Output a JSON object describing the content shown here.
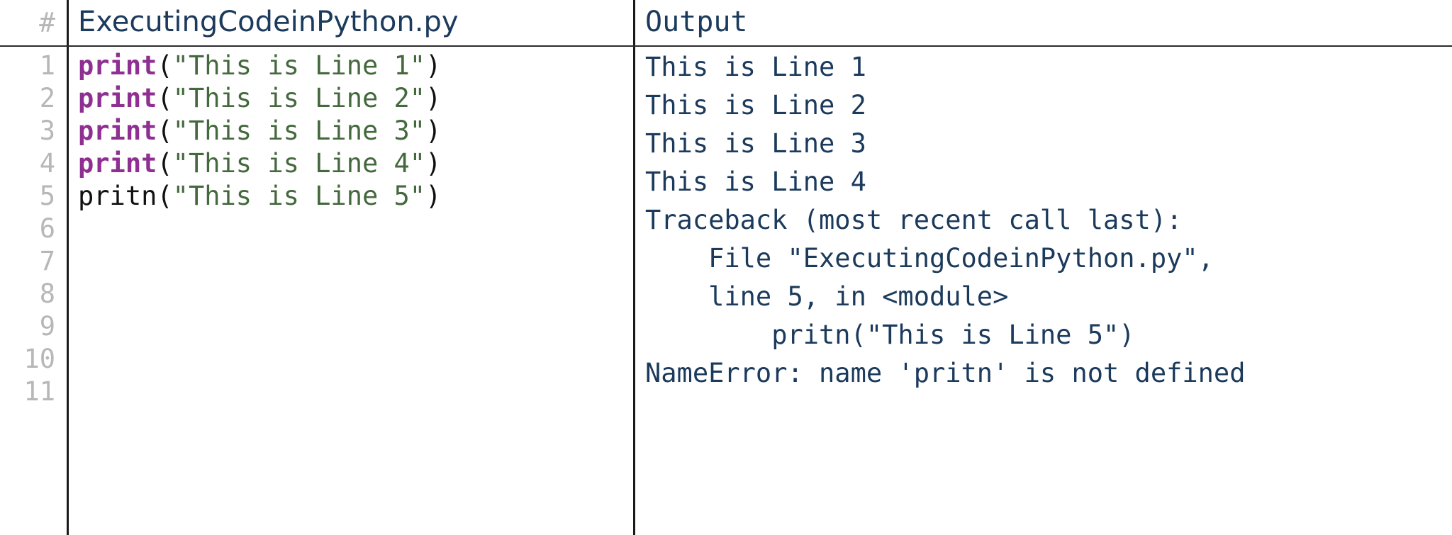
{
  "headers": {
    "gutter": "#",
    "code": "ExecutingCodeinPython.py",
    "output": "Output"
  },
  "colors": {
    "keyword": "#8e2f91",
    "string": "#44693d",
    "plain": "#111111",
    "output_text": "#1b3a5c",
    "line_number": "#b7b7b7",
    "divider": "#1a1a1a",
    "background": "#ffffff"
  },
  "line_numbers": [
    "1",
    "2",
    "3",
    "4",
    "5",
    "6",
    "7",
    "8",
    "9",
    "10",
    "11"
  ],
  "code_lines": [
    {
      "number": "1",
      "text": "print(\"This is Line 1\")",
      "tokens": [
        {
          "t": "print",
          "k": "kw"
        },
        {
          "t": "(",
          "k": "punct"
        },
        {
          "t": "\"This is Line 1\"",
          "k": "str"
        },
        {
          "t": ")",
          "k": "punct"
        }
      ]
    },
    {
      "number": "2",
      "text": "print(\"This is Line 2\")",
      "tokens": [
        {
          "t": "print",
          "k": "kw"
        },
        {
          "t": "(",
          "k": "punct"
        },
        {
          "t": "\"This is Line 2\"",
          "k": "str"
        },
        {
          "t": ")",
          "k": "punct"
        }
      ]
    },
    {
      "number": "3",
      "text": "print(\"This is Line 3\")",
      "tokens": [
        {
          "t": "print",
          "k": "kw"
        },
        {
          "t": "(",
          "k": "punct"
        },
        {
          "t": "\"This is Line 3\"",
          "k": "str"
        },
        {
          "t": ")",
          "k": "punct"
        }
      ]
    },
    {
      "number": "4",
      "text": "print(\"This is Line 4\")",
      "tokens": [
        {
          "t": "print",
          "k": "kw"
        },
        {
          "t": "(",
          "k": "punct"
        },
        {
          "t": "\"This is Line 4\"",
          "k": "str"
        },
        {
          "t": ")",
          "k": "punct"
        }
      ]
    },
    {
      "number": "5",
      "text": "pritn(\"This is Line 5\")",
      "tokens": [
        {
          "t": "pritn",
          "k": "plain"
        },
        {
          "t": "(",
          "k": "punct"
        },
        {
          "t": "\"This is Line 5\"",
          "k": "str"
        },
        {
          "t": ")",
          "k": "punct"
        }
      ]
    }
  ],
  "output_lines": [
    "This is Line 1",
    "This is Line 2",
    "This is Line 3",
    "This is Line 4",
    "Traceback (most recent call last):",
    "    File \"ExecutingCodeinPython.py\",",
    "    line 5, in <module>",
    "        pritn(\"This is Line 5\")",
    "NameError: name 'pritn' is not defined"
  ]
}
